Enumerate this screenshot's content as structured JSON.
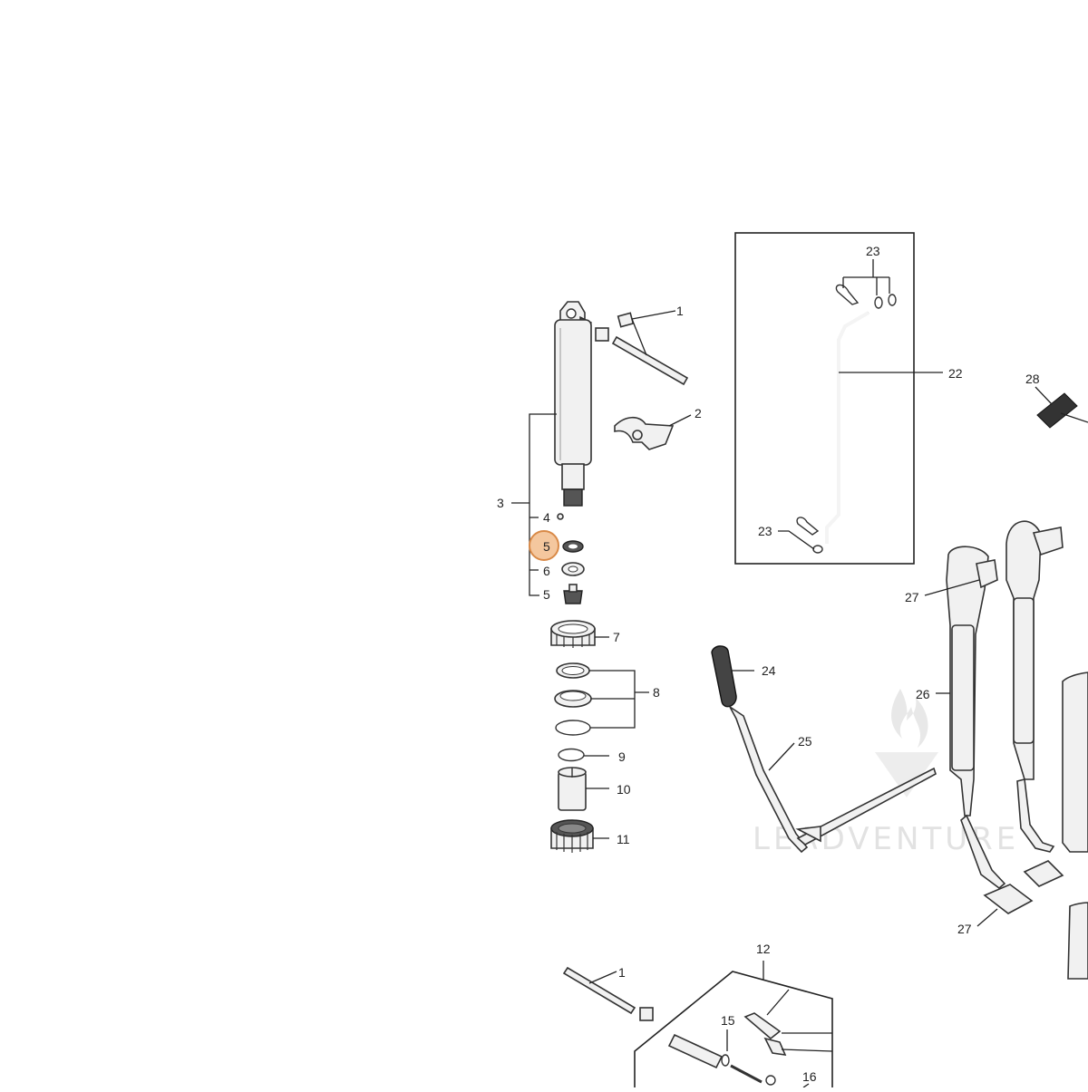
{
  "diagram": {
    "highlight_color": "#f0b47e",
    "watermark": "LEADVENTURE",
    "labels": {
      "l1_top": "1",
      "l2": "2",
      "l3": "3",
      "l4": "4",
      "l5_hl": "5",
      "l6": "6",
      "l5_low": "5",
      "l7": "7",
      "l8": "8",
      "l9": "9",
      "l10": "10",
      "l11": "11",
      "l1_bottom": "1",
      "l12": "12",
      "l15": "15",
      "l16": "16",
      "l22": "22",
      "l23_top": "23",
      "l23_bottom": "23",
      "l24": "24",
      "l25": "25",
      "l26": "26",
      "l27_top": "27",
      "l27_bottom": "27",
      "l28": "28"
    }
  }
}
